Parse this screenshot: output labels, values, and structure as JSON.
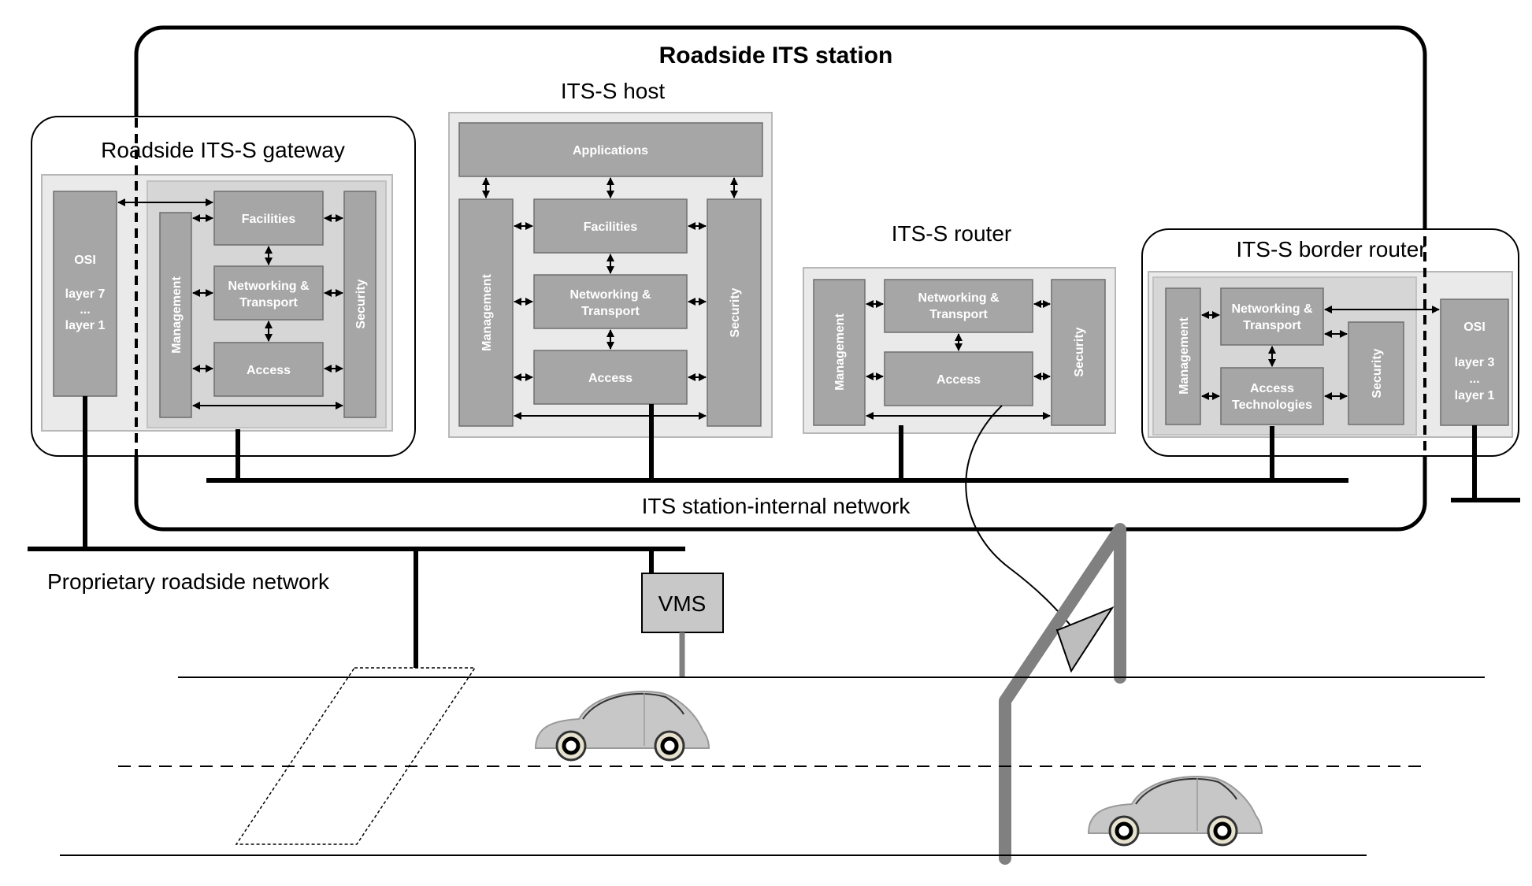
{
  "station_title": "Roadside ITS station",
  "internal_network_label": "ITS station-internal network",
  "proprietary_network_label": "Proprietary roadside network",
  "vms_label": "VMS",
  "gateway": {
    "title": "Roadside ITS-S gateway",
    "osi_title": "OSI",
    "osi_top": "layer 7",
    "osi_dots": "...",
    "osi_bottom": "layer 1",
    "facilities": "Facilities",
    "net_line1": "Networking &",
    "net_line2": "Transport",
    "access": "Access",
    "management": "Management",
    "security": "Security"
  },
  "host": {
    "title": "ITS-S host",
    "applications": "Applications",
    "facilities": "Facilities",
    "net_line1": "Networking &",
    "net_line2": "Transport",
    "access": "Access",
    "management": "Management",
    "security": "Security"
  },
  "router": {
    "title": "ITS-S router",
    "net_line1": "Networking &",
    "net_line2": "Transport",
    "access": "Access",
    "management": "Management",
    "security": "Security"
  },
  "border_router": {
    "title": "ITS-S border router",
    "net_line1": "Networking &",
    "net_line2": "Transport",
    "access_line1": "Access",
    "access_line2": "Technologies",
    "management": "Management",
    "security": "Security",
    "osi_title": "OSI",
    "osi_top": "layer 3",
    "osi_dots": "...",
    "osi_bottom": "layer 1"
  }
}
